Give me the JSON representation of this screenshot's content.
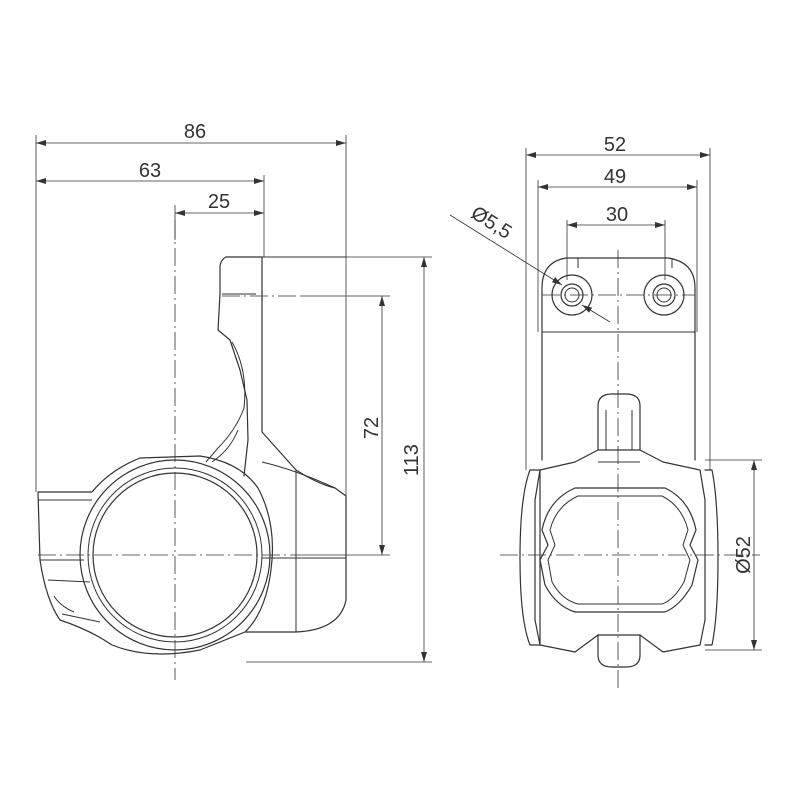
{
  "dimensions": {
    "overall_width": "86",
    "width_63": "63",
    "width_25": "25",
    "height_72": "72",
    "height_113": "113",
    "width_52": "52",
    "width_49": "49",
    "hole_spacing": "30",
    "hole_diameter": "Ø5,5",
    "tube_diameter": "Ø52"
  }
}
